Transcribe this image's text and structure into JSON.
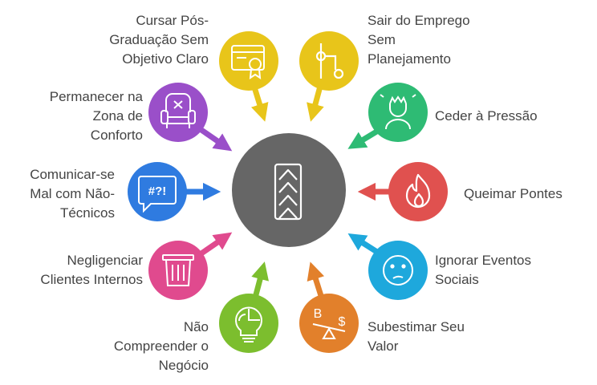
{
  "items": [
    {
      "label": "Cursar Pós-\nGraduação Sem\nObjetivo Claro",
      "color": "#E8C51A",
      "icon": "certificate-icon"
    },
    {
      "label": "Sair do Emprego\nSem\nPlanejamento",
      "color": "#E8C51A",
      "icon": "branch-path-icon"
    },
    {
      "label": "Permanecer na\nZona de\nConforto",
      "color": "#9A4FC9",
      "icon": "armchair-icon"
    },
    {
      "label": "Ceder à Pressão",
      "color": "#2EBB74",
      "icon": "stressed-person-icon"
    },
    {
      "label": "Comunicar-se\nMal com Não-\nTécnicos",
      "color": "#2F7BE0",
      "icon": "speech-bubble-symbols-icon"
    },
    {
      "label": "Queimar Pontes",
      "color": "#E0514F",
      "icon": "flame-icon"
    },
    {
      "label": "Negligenciar\nClientes Internos",
      "color": "#E04A8E",
      "icon": "trash-can-icon"
    },
    {
      "label": "Ignorar Eventos\nSociais",
      "color": "#1EA8DC",
      "icon": "sad-face-icon"
    },
    {
      "label": "Não\nCompreender o\nNegócio",
      "color": "#7CBE2E",
      "icon": "lightbulb-chart-icon"
    },
    {
      "label": "Subestimar Seu\nValor",
      "color": "#E2802B",
      "icon": "currency-scale-icon"
    }
  ],
  "center": {
    "color": "#666666",
    "icon": "chevrons-up-icon"
  }
}
